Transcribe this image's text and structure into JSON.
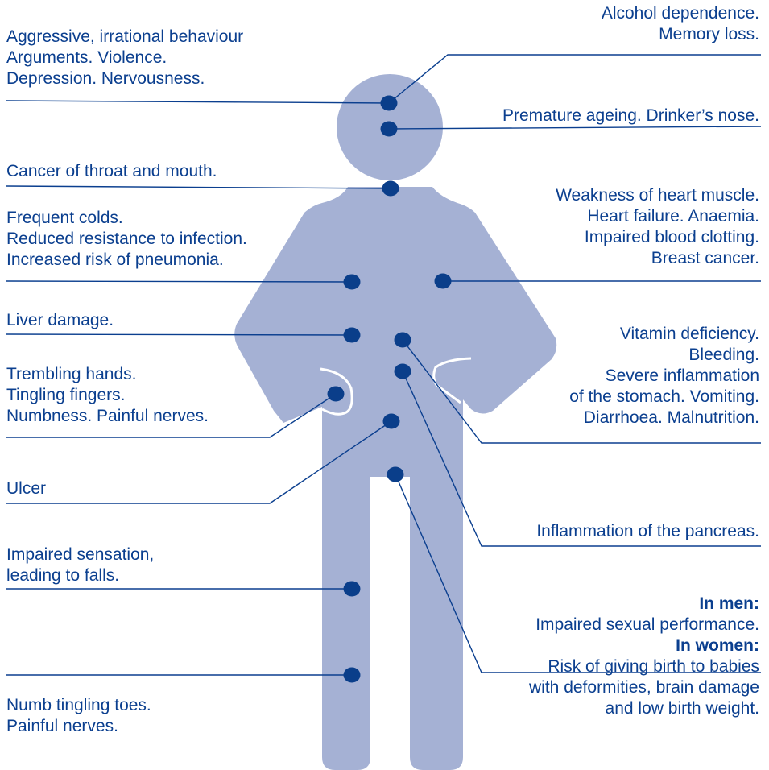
{
  "colors": {
    "body_fill": "#a5b1d4",
    "dot": "#0a3e8a",
    "line": "#0b3f8f",
    "text": "#0b3f8f"
  },
  "labels": {
    "behaviour": [
      "Aggressive, irrational behaviour",
      "Arguments. Violence.",
      "Depression. Nervousness."
    ],
    "alcohol": [
      "Alcohol dependence.",
      "Memory loss."
    ],
    "ageing": [
      "Premature ageing. Drinker’s nose."
    ],
    "throat": [
      "Cancer of throat and mouth."
    ],
    "heart": [
      "Weakness of heart muscle.",
      "Heart failure. Anaemia.",
      "Impaired blood clotting.",
      "Breast cancer."
    ],
    "lungs": [
      "Frequent colds.",
      "Reduced resistance to infection.",
      "Increased risk of pneumonia."
    ],
    "liver": [
      "Liver damage."
    ],
    "stomach": [
      "Vitamin deficiency.",
      "Bleeding.",
      "Severe inflammation",
      "of the stomach. Vomiting.",
      "Diarrhoea. Malnutrition."
    ],
    "hands": [
      "Trembling hands.",
      "Tingling fingers.",
      "Numbness. Painful nerves."
    ],
    "ulcer": [
      "Ulcer"
    ],
    "pancreas": [
      "Inflammation of the pancreas."
    ],
    "sensation": [
      "Impaired sensation,",
      "leading to falls."
    ],
    "sexual": {
      "men_heading": "In men:",
      "men_text": "Impaired sexual performance.",
      "women_heading": "In women:",
      "women_lines": [
        "Risk of giving birth to babies",
        "with deformities, brain damage",
        "and low birth weight."
      ]
    },
    "toes": [
      "Numb tingling toes.",
      "Painful nerves."
    ]
  }
}
